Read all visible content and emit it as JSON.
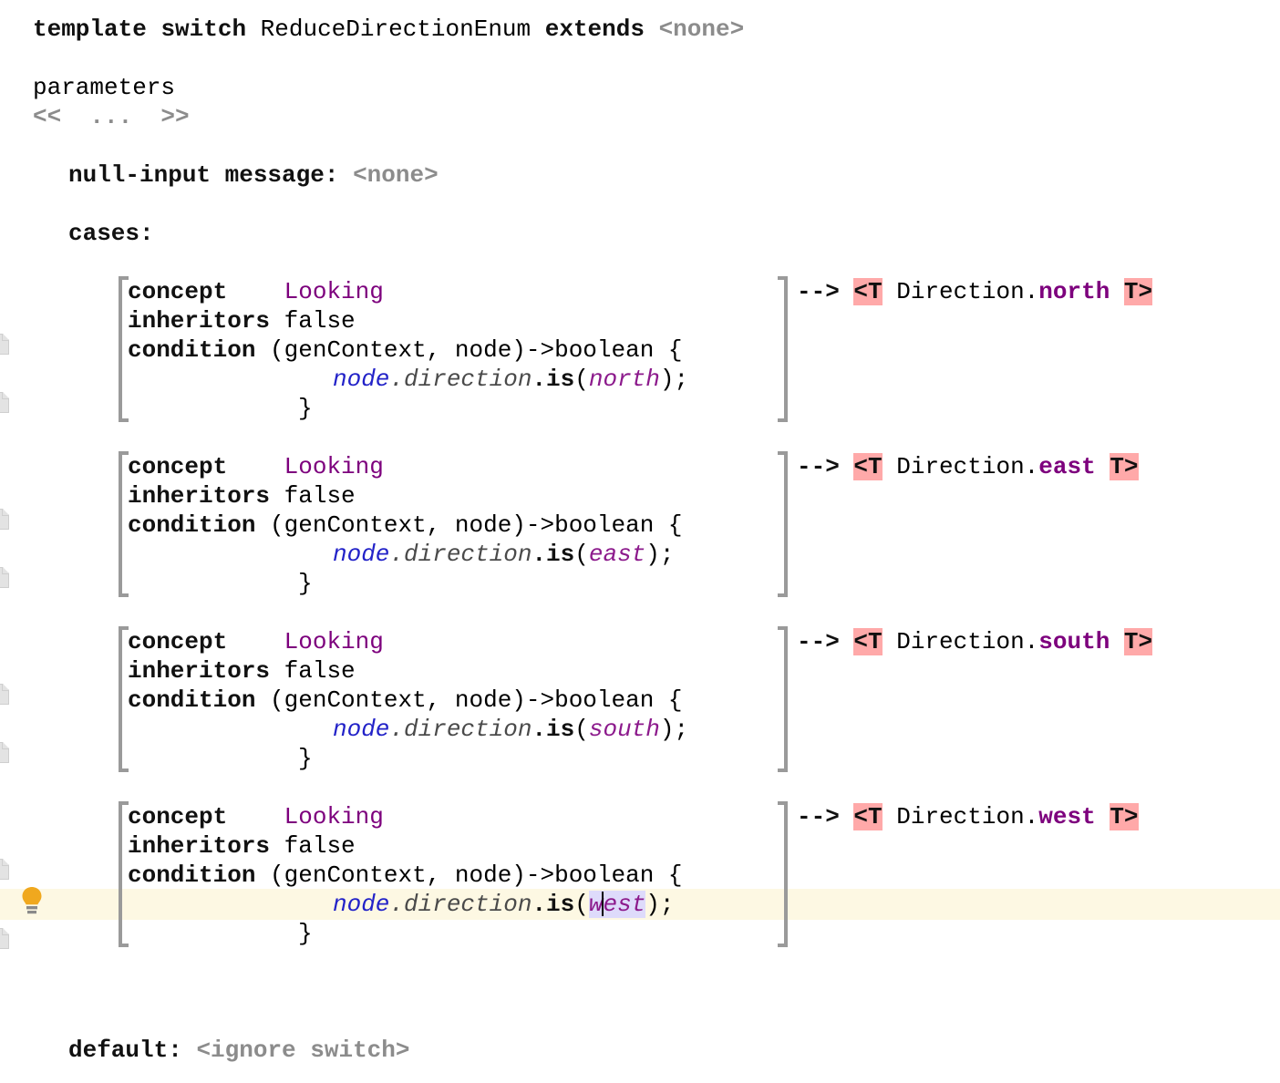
{
  "header": {
    "keyword_template": "template",
    "keyword_switch": "switch",
    "name": "ReduceDirectionEnum",
    "keyword_extends": "extends",
    "extends_value": "<none>"
  },
  "parameters": {
    "label": "parameters",
    "collapsed": "<<  ...  >>"
  },
  "null_input": {
    "label": "null-input message:",
    "value": "<none>"
  },
  "cases_label": "cases:",
  "cases": [
    {
      "concept_label": "concept",
      "concept_value": "Looking",
      "inheritors_label": "inheritors",
      "inheritors_value": "false",
      "condition_label": "condition",
      "condition_signature": "(genContext, node)->boolean {",
      "body_receiver": "node",
      "body_property": ".direction",
      "body_method": ".is",
      "body_open": "(",
      "body_arg": "north",
      "body_close": ");",
      "body_brace": "}",
      "arrow": "-->",
      "open_tag": "<T",
      "result_prefix": "Direction.",
      "result_value": "north",
      "close_tag": "T>",
      "selected": false
    },
    {
      "concept_label": "concept",
      "concept_value": "Looking",
      "inheritors_label": "inheritors",
      "inheritors_value": "false",
      "condition_label": "condition",
      "condition_signature": "(genContext, node)->boolean {",
      "body_receiver": "node",
      "body_property": ".direction",
      "body_method": ".is",
      "body_open": "(",
      "body_arg": "east",
      "body_close": ");",
      "body_brace": "}",
      "arrow": "-->",
      "open_tag": "<T",
      "result_prefix": "Direction.",
      "result_value": "east",
      "close_tag": "T>",
      "selected": false
    },
    {
      "concept_label": "concept",
      "concept_value": "Looking",
      "inheritors_label": "inheritors",
      "inheritors_value": "false",
      "condition_label": "condition",
      "condition_signature": "(genContext, node)->boolean {",
      "body_receiver": "node",
      "body_property": ".direction",
      "body_method": ".is",
      "body_open": "(",
      "body_arg": "south",
      "body_close": ");",
      "body_brace": "}",
      "arrow": "-->",
      "open_tag": "<T",
      "result_prefix": "Direction.",
      "result_value": "south",
      "close_tag": "T>",
      "selected": false
    },
    {
      "concept_label": "concept",
      "concept_value": "Looking",
      "inheritors_label": "inheritors",
      "inheritors_value": "false",
      "condition_label": "condition",
      "condition_signature": "(genContext, node)->boolean {",
      "body_receiver": "node",
      "body_property": ".direction",
      "body_method": ".is",
      "body_open": "(",
      "body_arg_before_caret": "w",
      "body_arg_after_caret": "est",
      "body_arg": "west",
      "body_close": ");",
      "body_brace": "}",
      "arrow": "-->",
      "open_tag": "<T",
      "result_prefix": "Direction.",
      "result_value": "west",
      "close_tag": "T>",
      "selected": true
    }
  ],
  "default_case": {
    "label": "default:",
    "value": "<ignore switch>"
  },
  "gutter": {
    "icon_name": "document-icon",
    "intention_icon_name": "lightbulb-icon"
  },
  "colors": {
    "highlight_pink": "#ffa9a9",
    "caret_line": "#fdf8e3",
    "selection": "#dedbfb",
    "purple": "#7d007d",
    "blue": "#2222c8",
    "grey": "#8c8c8c",
    "bracket": "#9a9a9a",
    "bulb": "#f0a81e"
  }
}
